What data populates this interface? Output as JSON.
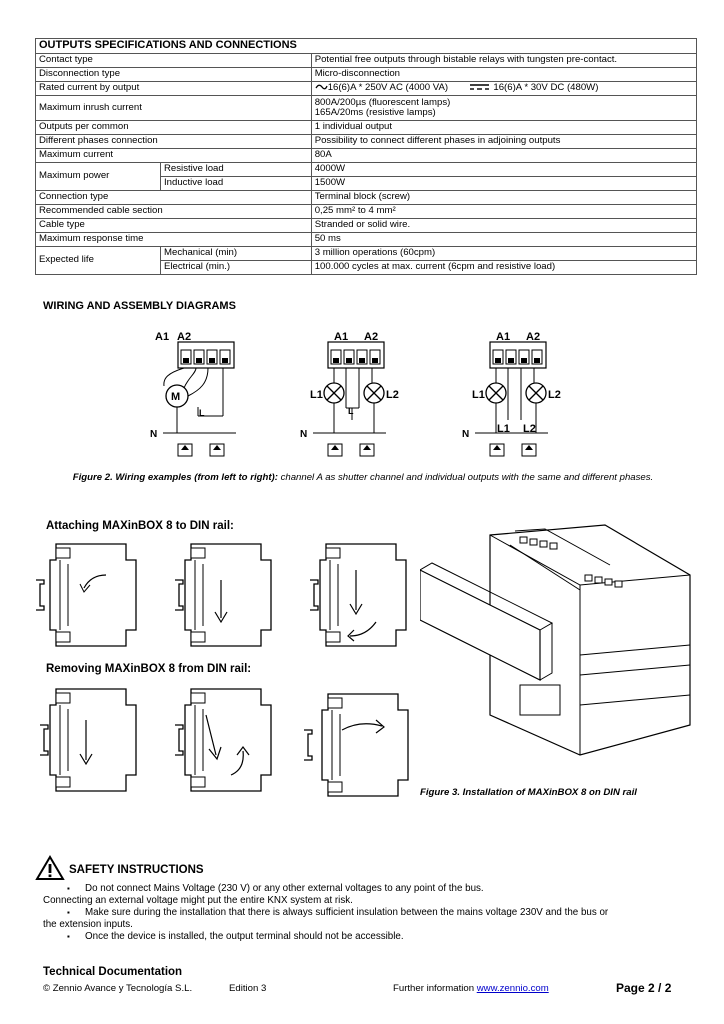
{
  "table": {
    "title": "OUTPUTS SPECIFICATIONS AND CONNECTIONS",
    "rows": {
      "contact_type": {
        "label": "Contact type",
        "value": "Potential free outputs through bistable relays with tungsten pre-contact."
      },
      "disconnection_type": {
        "label": "Disconnection type",
        "value": "Micro-disconnection"
      },
      "rated_current": {
        "label": "Rated current by output",
        "ac": "16(6)A * 250V AC (4000 VA)",
        "dc": "16(6)A * 30V DC (480W)"
      },
      "inrush": {
        "label": "Maximum inrush current",
        "line1": "800A/200µs (fluorescent lamps)",
        "line2": "165A/20ms (resistive lamps)"
      },
      "per_common": {
        "label": "Outputs per common",
        "value": "1 individual output"
      },
      "phases": {
        "label": "Different phases connection",
        "value": "Possibility to connect different phases in adjoining outputs"
      },
      "max_current": {
        "label": "Maximum current",
        "value": "80A"
      },
      "max_power": {
        "label": "Maximum power",
        "sub1": "Resistive load",
        "val1": "4000W",
        "sub2": "Inductive load",
        "val2": "1500W"
      },
      "connection": {
        "label": "Connection type",
        "value": "Terminal block (screw)"
      },
      "cable_section": {
        "label": "Recommended cable section",
        "value": "0,25 mm² to 4 mm²"
      },
      "cable_type": {
        "label": "Cable type",
        "value": "Stranded or solid wire."
      },
      "response": {
        "label": "Maximum response time",
        "value": "50 ms"
      },
      "life": {
        "label": "Expected life",
        "sub1": "Mechanical (min)",
        "val1": "3 million operations (60cpm)",
        "sub2": "Electrical (min.)",
        "val2": "100.000 cycles at max. current (6cpm and resistive load)"
      }
    }
  },
  "wiring": {
    "heading": "WIRING AND ASSEMBLY DIAGRAMS",
    "labels": {
      "a1": "A1",
      "a2": "A2",
      "m": "M",
      "l": "L",
      "n": "N",
      "l1": "L1",
      "l2": "L2"
    },
    "caption_bold": "Figure 2. Wiring examples (from left to right):",
    "caption_rest": " channel A as shutter channel and individual outputs  with the same and different phases."
  },
  "assembly": {
    "attach_title": "Attaching MAXinBOX 8 to DIN rail:",
    "remove_title": "Removing MAXinBOX 8 from DIN rail:",
    "figure3_caption": "Figure 3. Installation of MAXinBOX 8 on DIN rail"
  },
  "safety": {
    "title": "SAFETY INSTRUCTIONS",
    "b1": "Do not connect Mains Voltage (230 V) or any other external voltages to any point of the bus.",
    "b1_cont": "Connecting an external voltage might put the entire KNX system at risk.",
    "b2": "Make sure during the installation that there is always sufficient insulation between the mains voltage 230V and the bus or",
    "b2_cont": "the extension inputs.",
    "b3": "Once the device is installed, the output terminal should not be accessible."
  },
  "footer": {
    "title": "Technical Documentation",
    "copyright": "© Zennio Avance y Tecnología S.L.",
    "edition": "Edition 3",
    "info_text": "Further information ",
    "link": "www.zennio.com",
    "page": "Page 2 / 2"
  }
}
